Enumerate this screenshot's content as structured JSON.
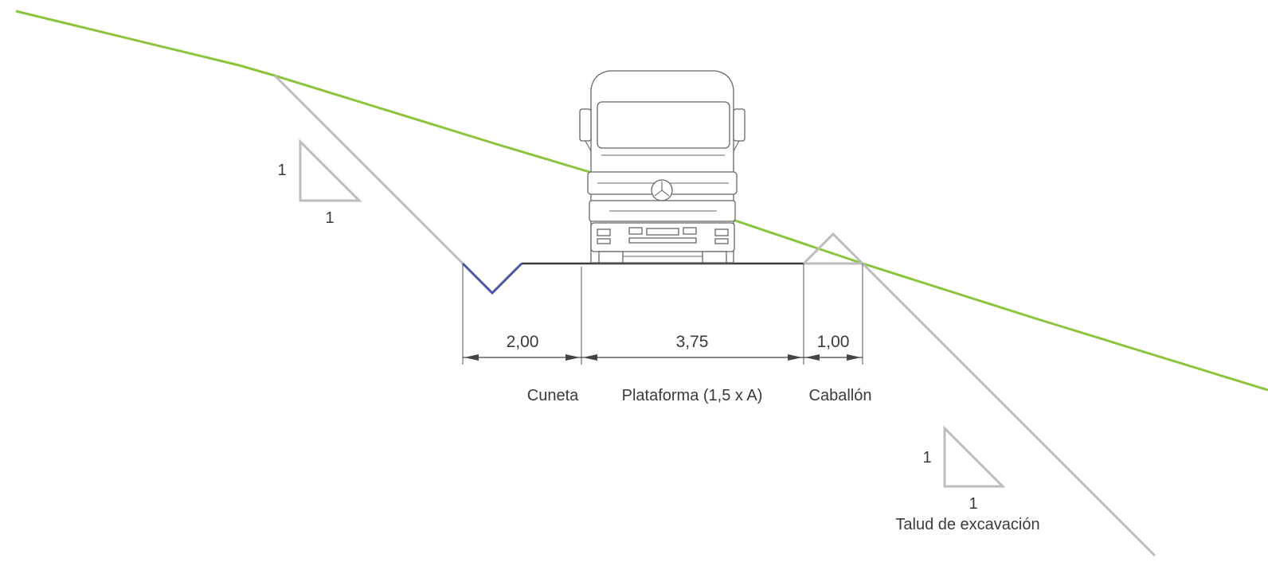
{
  "dimensions": {
    "cuneta_width": "2,00",
    "plataforma_width": "3,75",
    "caballon_width": "1,00"
  },
  "captions": {
    "cuneta": "Cuneta",
    "plataforma": "Plataforma (1,5 x A)",
    "caballon": "Caballón",
    "talud": "Talud de excavación"
  },
  "slope_left": {
    "vertical": "1",
    "horizontal": "1"
  },
  "slope_right": {
    "vertical": "1",
    "horizontal": "1"
  },
  "colors": {
    "terrain": "#8cc43f",
    "cut_slope": "#bdbdbd",
    "ditch": "#4a56a6",
    "platform": "#3c3c3c"
  },
  "icons": {
    "vehicle": "truck-front-icon"
  }
}
